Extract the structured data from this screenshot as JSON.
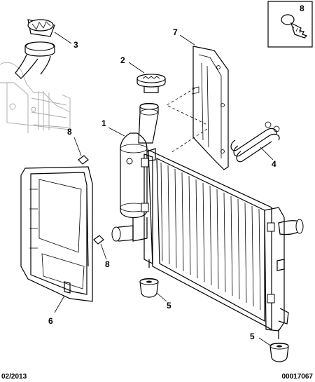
{
  "callouts": {
    "c1": "1",
    "c2": "2",
    "c3": "3",
    "c4": "4",
    "c5a": "5",
    "c5b": "5",
    "c6": "6",
    "c7": "7",
    "c8a": "8",
    "c8b": "8",
    "c8box": "8"
  },
  "footer": {
    "date": "02/2013",
    "reference": "00017067"
  }
}
